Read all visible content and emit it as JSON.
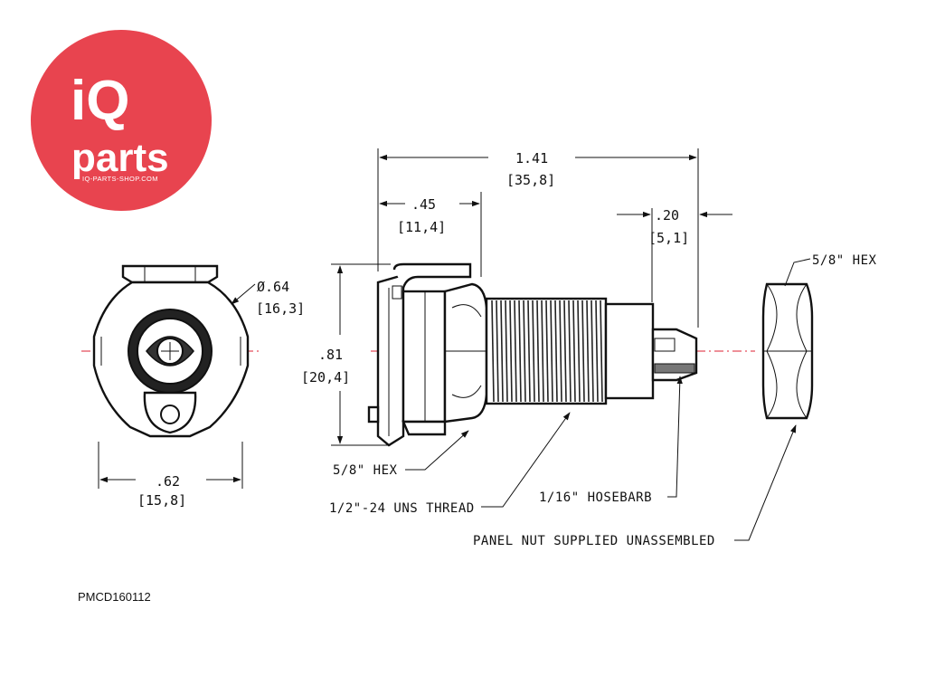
{
  "logo": {
    "brand_top": "iQ",
    "brand_bottom": "parts",
    "url": "IQ-PARTS-SHOP.COM",
    "color": "#e8444f"
  },
  "front_view": {
    "diameter_label": "Ø.64",
    "diameter_metric": "[16,3]",
    "width_label": ".62",
    "width_metric": "[15,8]"
  },
  "side_view": {
    "overall_length": "1.41",
    "overall_length_metric": "[35,8]",
    "flange_length": ".45",
    "flange_length_metric": "[11,4]",
    "barb_length": ".20",
    "barb_length_metric": "[5,1]",
    "height": ".81",
    "height_metric": "[20,4]"
  },
  "callouts": {
    "hex_body": "5/8\" HEX",
    "thread": "1/2\"-24 UNS THREAD",
    "hosebarb": "1/16\" HOSEBARB",
    "panel_nut": "PANEL NUT SUPPLIED UNASSEMBLED",
    "hex_nut": "5/8\" HEX"
  },
  "part_number": "PMCD160112"
}
